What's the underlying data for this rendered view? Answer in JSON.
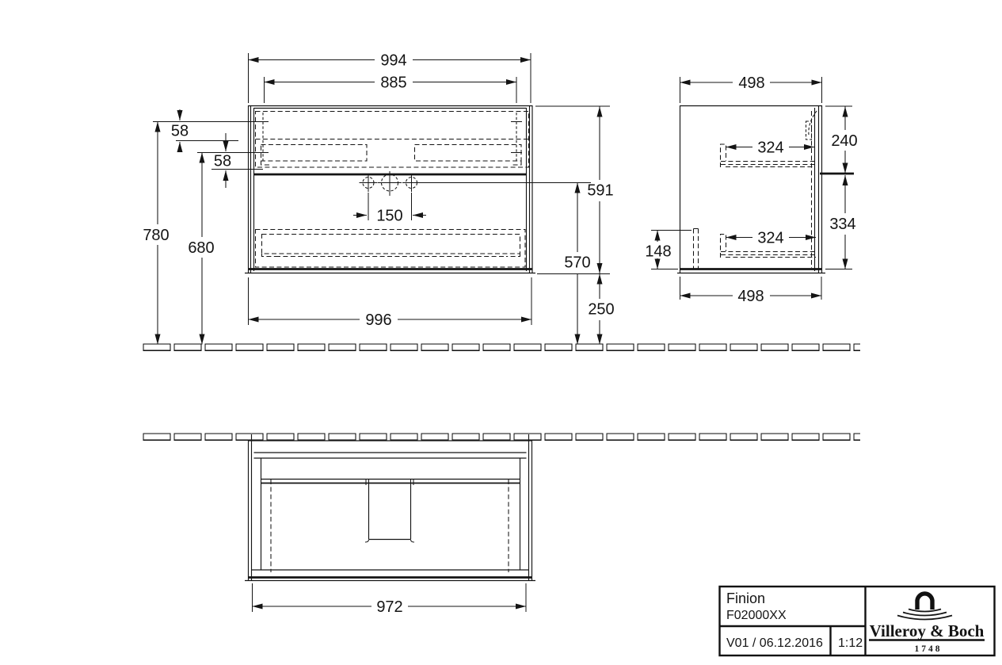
{
  "front_view": {
    "overall_width": "994",
    "fixing_width": "885",
    "offset_top": "58",
    "offset_second": "58",
    "height_fixing": "780",
    "height_lower_fixing": "680",
    "faucet_spacing": "150",
    "cabinet_height": "591",
    "basin_height": "570",
    "floor_clearance": "250",
    "body_width": "996"
  },
  "side_view": {
    "depth_top": "498",
    "rail_top": "324",
    "upper_height": "240",
    "lower_height": "334",
    "cutout_height": "148",
    "rail_bottom": "324",
    "depth_bottom": "498"
  },
  "plan_view": {
    "body_width": "972"
  },
  "title_block": {
    "product": "Finion",
    "article": "F02000XX",
    "version": "V01 / 06.12.2016",
    "scale": "1:12",
    "brand": "Villeroy & Boch",
    "brand_year": "1748"
  }
}
